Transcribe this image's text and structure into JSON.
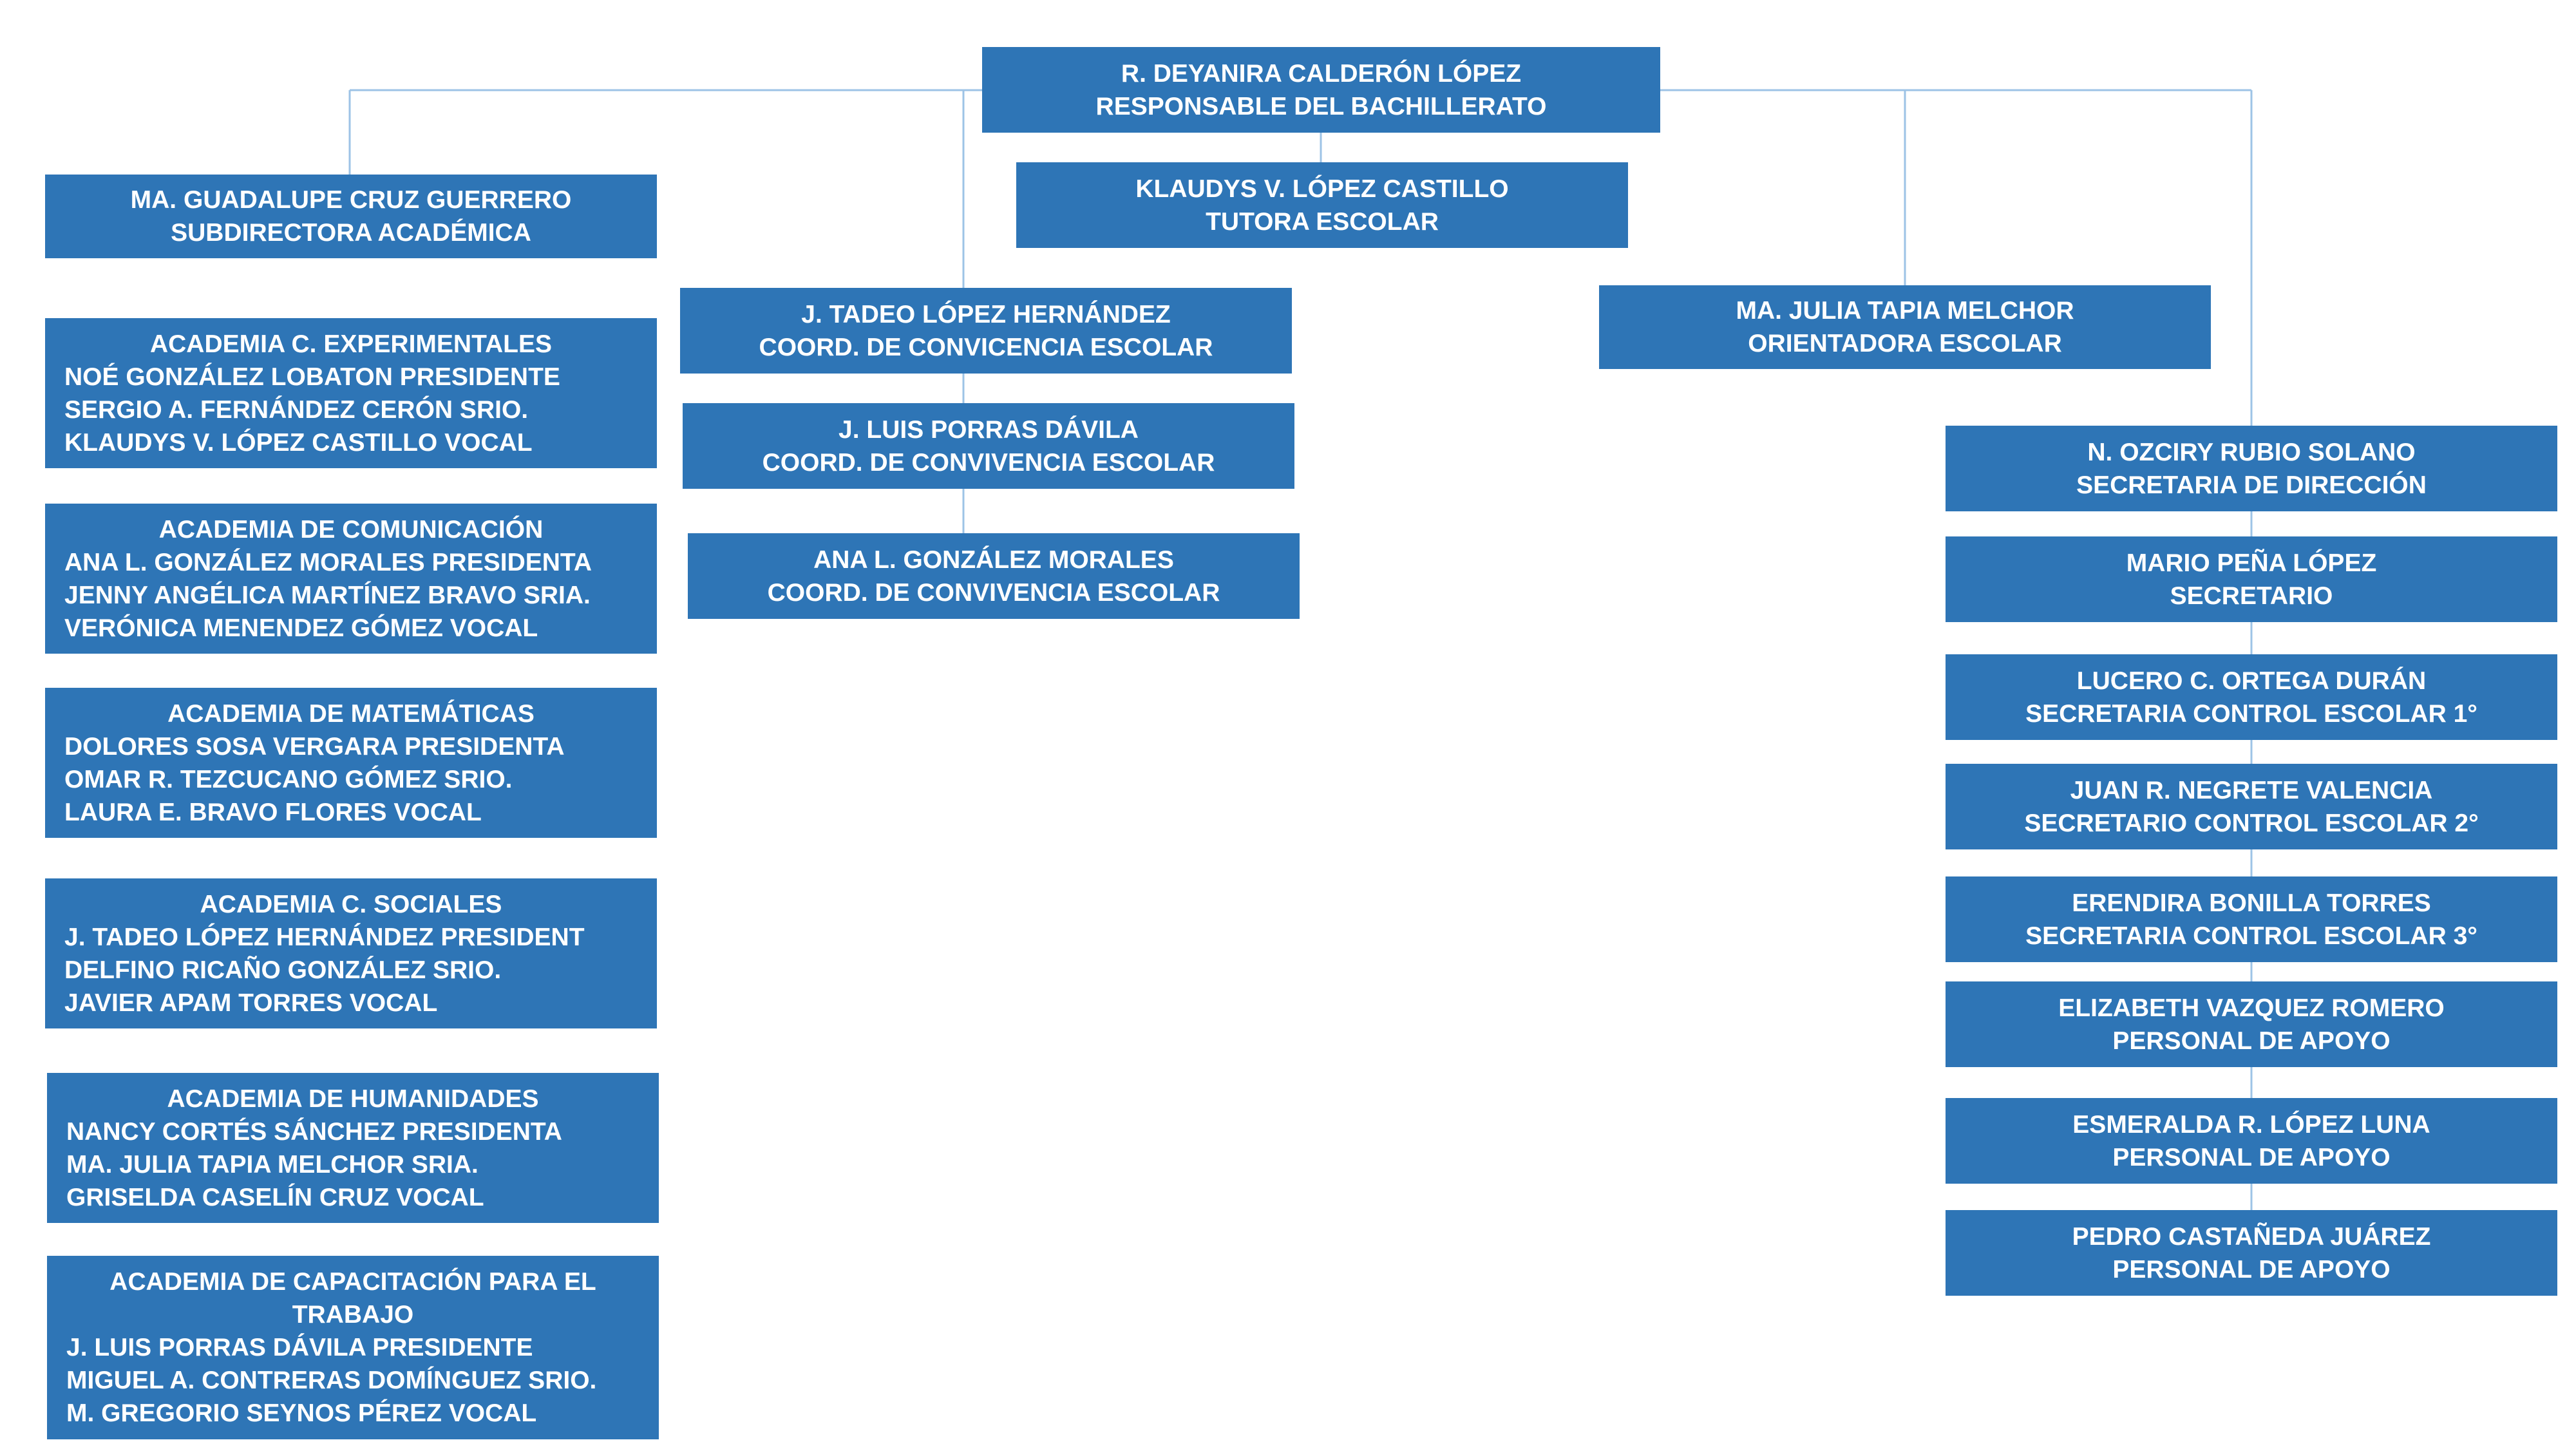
{
  "head": {
    "name": "R. DEYANIRA CALDERÓN LÓPEZ",
    "role": "RESPONSABLE DEL BACHILLERATO"
  },
  "tutor": {
    "name": "KLAUDYS V. LÓPEZ CASTILLO",
    "role": "TUTORA ESCOLAR"
  },
  "subdirector": {
    "name": "MA. GUADALUPE CRUZ GUERRERO",
    "role": "SUBDIRECTORA ACADÉMICA"
  },
  "academies": [
    {
      "title": "ACADEMIA C. EXPERIMENTALES",
      "members": [
        "NOÉ GONZÁLEZ LOBATON PRESIDENTE",
        "SERGIO A. FERNÁNDEZ CERÓN SRIO.",
        "KLAUDYS V. LÓPEZ CASTILLO VOCAL"
      ]
    },
    {
      "title": "ACADEMIA DE COMUNICACIÓN",
      "members": [
        "ANA L. GONZÁLEZ MORALES PRESIDENTA",
        "JENNY ANGÉLICA MARTÍNEZ BRAVO SRIA.",
        "VERÓNICA MENENDEZ GÓMEZ VOCAL"
      ]
    },
    {
      "title": "ACADEMIA DE MATEMÁTICAS",
      "members": [
        "DOLORES SOSA VERGARA PRESIDENTA",
        "OMAR R. TEZCUCANO GÓMEZ  SRIO.",
        "LAURA E. BRAVO FLORES VOCAL"
      ]
    },
    {
      "title": "ACADEMIA C. SOCIALES",
      "members": [
        "J. TADEO LÓPEZ HERNÁNDEZ PRESIDENT",
        "DELFINO RICAÑO GONZÁLEZ SRIO.",
        "JAVIER APAM TORRES VOCAL"
      ]
    },
    {
      "title": "ACADEMIA DE HUMANIDADES",
      "members": [
        "NANCY CORTÉS SÁNCHEZ PRESIDENTA",
        "MA. JULIA TAPIA MELCHOR SRIA.",
        "GRISELDA CASELÍN CRUZ VOCAL"
      ]
    },
    {
      "title": "ACADEMIA DE CAPACITACIÓN PARA EL TRABAJO",
      "members": [
        "J. LUIS PORRAS DÁVILA PRESIDENTE",
        "MIGUEL A. CONTRERAS DOMÍNGUEZ SRIO.",
        "M. GREGORIO SEYNOS PÉREZ VOCAL"
      ]
    }
  ],
  "coordinators": [
    {
      "name": "J. TADEO LÓPEZ HERNÁNDEZ",
      "role": "COORD. DE CONVICENCIA ESCOLAR"
    },
    {
      "name": "J. LUIS PORRAS DÁVILA",
      "role": "COORD. DE CONVIVENCIA ESCOLAR"
    },
    {
      "name": "ANA L. GONZÁLEZ MORALES",
      "role": "COORD. DE CONVIVENCIA ESCOLAR"
    }
  ],
  "counselor": {
    "name": "MA. JULIA TAPIA MELCHOR",
    "role": "ORIENTADORA ESCOLAR"
  },
  "staff": [
    {
      "name": "N. OZCIRY RUBIO SOLANO",
      "role": "SECRETARIA DE DIRECCIÓN"
    },
    {
      "name": "MARIO PEÑA LÓPEZ",
      "role": "SECRETARIO"
    },
    {
      "name": "LUCERO C. ORTEGA DURÁN",
      "role": "SECRETARIA CONTROL ESCOLAR 1°"
    },
    {
      "name": "JUAN R. NEGRETE VALENCIA",
      "role": "SECRETARIO CONTROL ESCOLAR 2°"
    },
    {
      "name": "ERENDIRA BONILLA TORRES",
      "role": "SECRETARIA CONTROL ESCOLAR 3°"
    },
    {
      "name": "ELIZABETH VAZQUEZ ROMERO",
      "role": "PERSONAL DE APOYO"
    },
    {
      "name": "ESMERALDA R. LÓPEZ LUNA",
      "role": "PERSONAL DE APOYO"
    },
    {
      "name": "PEDRO CASTAÑEDA JUÁREZ",
      "role": "PERSONAL DE APOYO"
    }
  ],
  "colors": {
    "box_fill": "#2e75b6",
    "box_text": "#ffffff",
    "connector": "#9dc3e6"
  }
}
